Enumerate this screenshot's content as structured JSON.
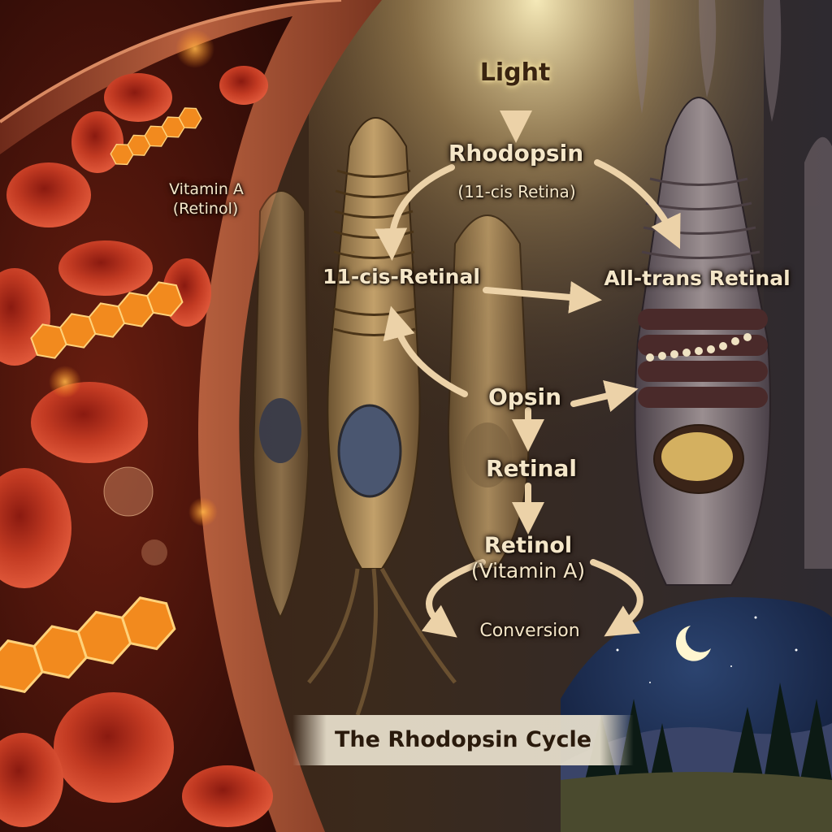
{
  "labels": {
    "light": "Light",
    "rhodopsin": "Rhodopsin",
    "rhodopsin_sub": "(11-cis Retina)",
    "cis_retinal": "11-cis-Retinal",
    "all_trans": "All-trans Retinal",
    "opsin": "Opsin",
    "retinal": "Retinal",
    "retinol": "Retinol",
    "retinol_sub": "(Vitamin A)",
    "conversion": "Conversion",
    "vitamin_a": "Vitamin A",
    "vitamin_a_sub": "(Retinol)"
  },
  "title": "The Rhodopsin Cycle",
  "colors": {
    "arrow": "#ecd2a8",
    "label_text": "#f4e6c8",
    "molecule": "#f28a1e",
    "blood_cell": "#b8301c",
    "vessel_wall": "#9c4a2e",
    "night_sky": "#13213e"
  }
}
